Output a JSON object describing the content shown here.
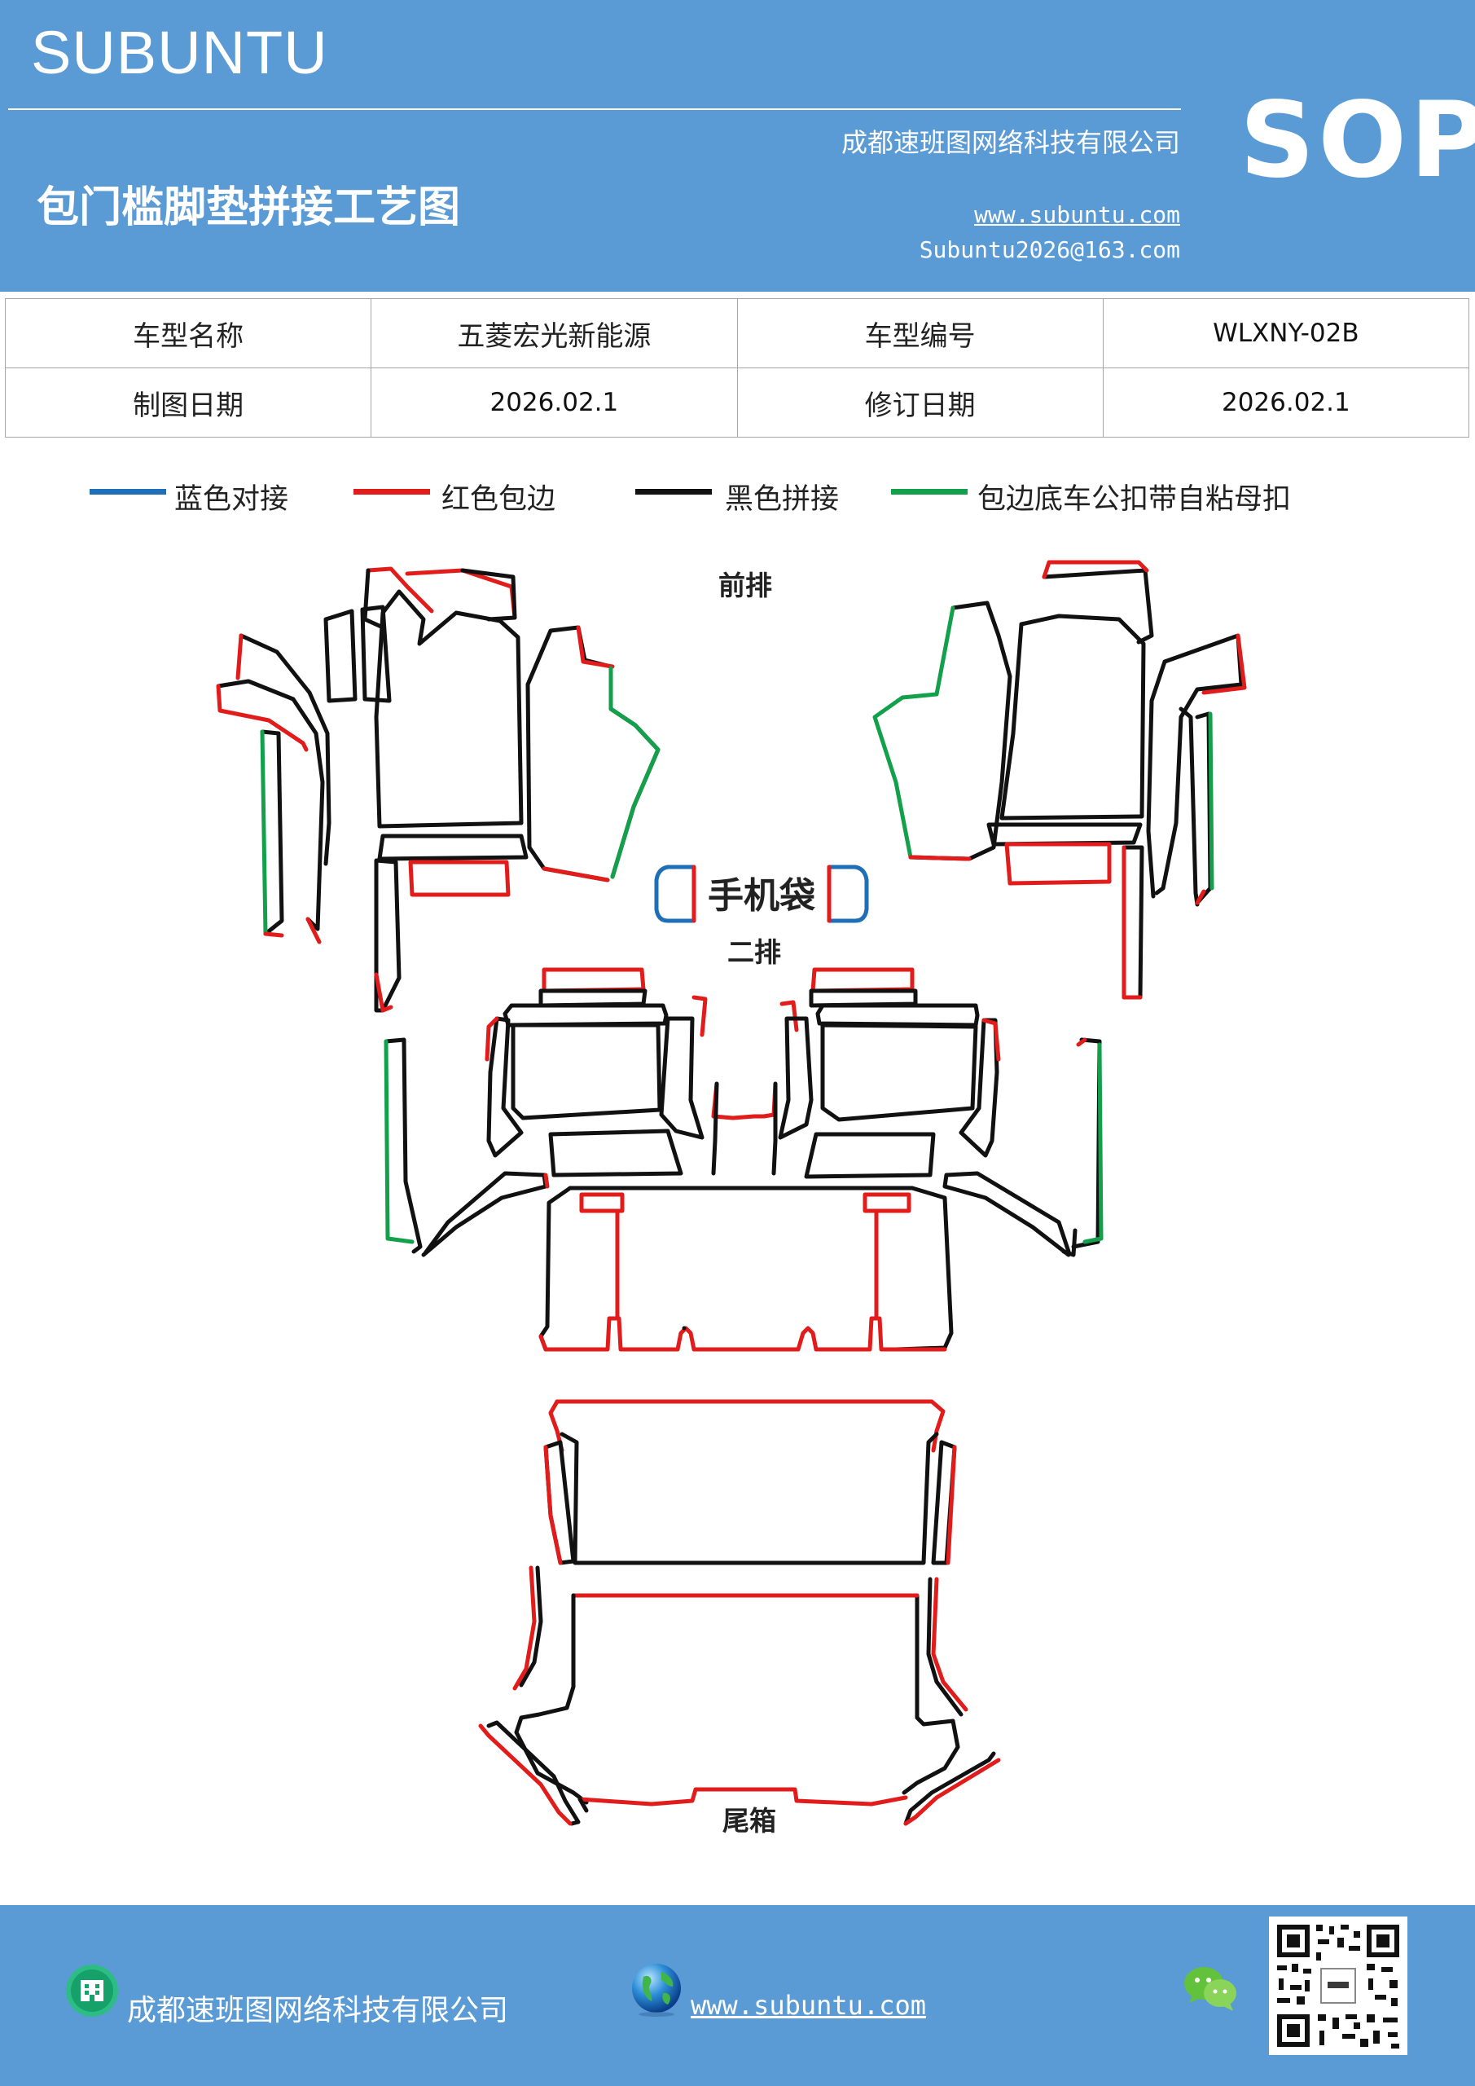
{
  "header": {
    "brand": "SUBUNTU",
    "company": "成都速班图网络科技有限公司",
    "title": "包门槛脚垫拼接工艺图",
    "website": "www.subuntu.com",
    "email": "Subuntu2026@163.com",
    "badge": "SOP"
  },
  "info_table": {
    "rows": [
      [
        "车型名称",
        "五菱宏光新能源",
        "车型编号",
        "WLXNY-02B"
      ],
      [
        "制图日期",
        "2026.02.1",
        "修订日期",
        "2026.02.1"
      ]
    ]
  },
  "legend": [
    {
      "label": "蓝色对接",
      "color": "#1f6fb8"
    },
    {
      "label": "红色包边",
      "color": "#e21b1b"
    },
    {
      "label": "黑色拼接",
      "color": "#111111"
    },
    {
      "label": "包边底车公扣带自粘母扣",
      "color": "#12a04a"
    }
  ],
  "diagram": {
    "label_front": "前排",
    "label_phone": "手机袋",
    "label_second": "二排",
    "label_trunk": "尾箱"
  },
  "footer": {
    "company": "成都速班图网络科技有限公司",
    "website": "www.subuntu.com",
    "building_icon": "building-icon",
    "globe_icon": "globe-icon",
    "wechat_icon": "wechat-icon",
    "qr_icon": "qr-code-icon"
  }
}
